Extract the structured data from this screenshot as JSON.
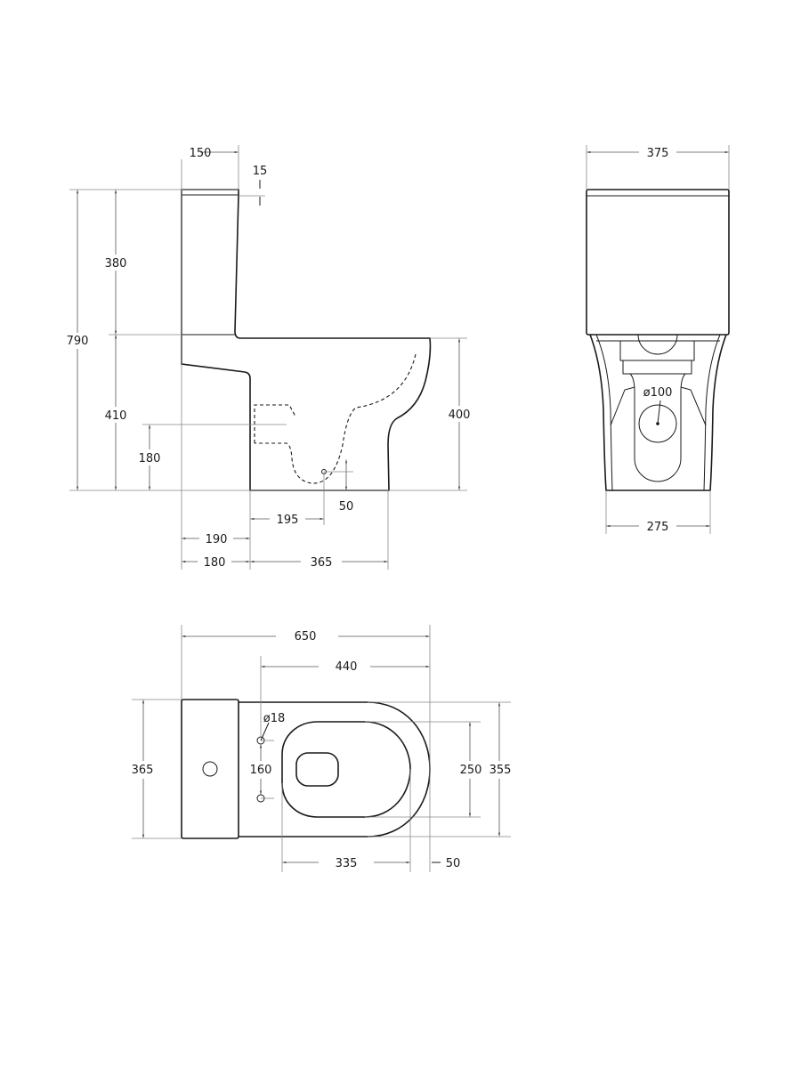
{
  "side_view": {
    "tank_depth": "150",
    "lid_thickness": "15",
    "tank_height": "380",
    "total_height": "790",
    "seat_height_rear": "410",
    "inlet_height": "180",
    "bowl_height": "400",
    "outlet_offset": "195",
    "outlet_height": "50",
    "rear_to_outlet": "190",
    "tank_to_base": "180",
    "base_length": "365"
  },
  "front_view": {
    "tank_width": "375",
    "outlet_diameter": "ø100",
    "base_width": "275"
  },
  "top_view": {
    "total_length": "650",
    "bolt_to_front": "440",
    "tank_width": "365",
    "bolt_diameter": "ø18",
    "bolt_spacing": "160",
    "opening_width": "250",
    "bowl_width": "355",
    "opening_length": "335",
    "rim_front": "50"
  }
}
